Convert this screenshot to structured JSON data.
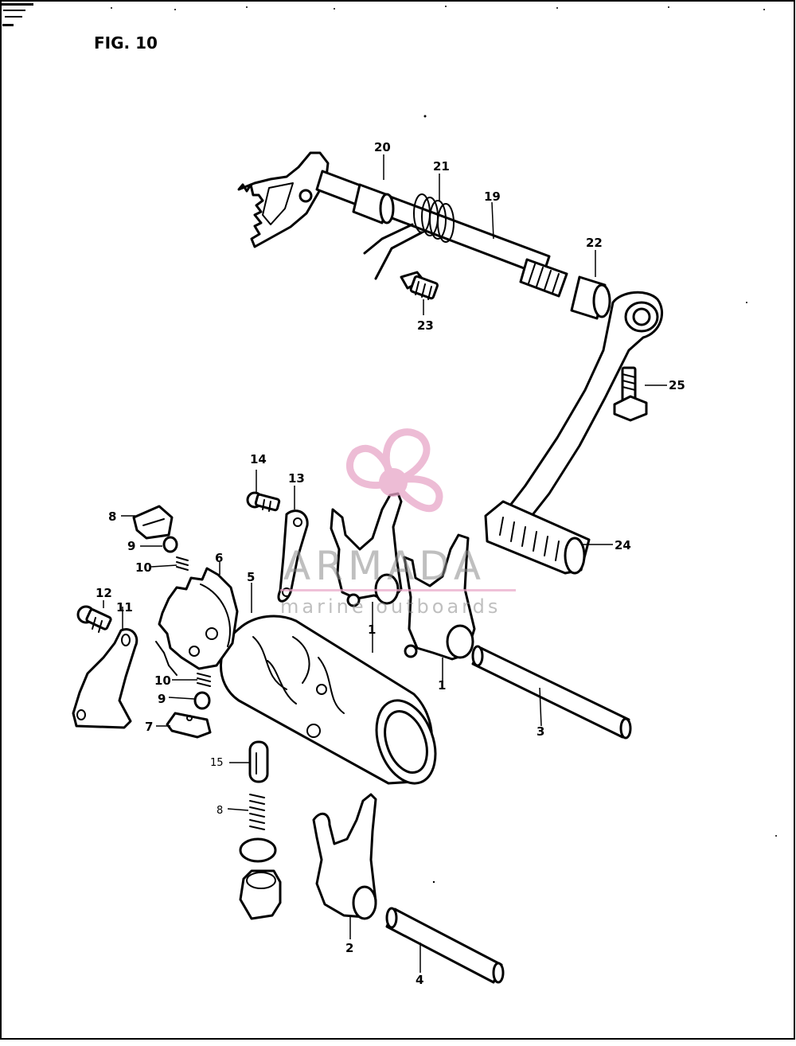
{
  "figure": {
    "title": "FIG. 10"
  },
  "watermark": {
    "brand": "ARMADA",
    "tagline": "marine outboards",
    "color": "#e8a6c8"
  },
  "callouts": {
    "c1a": "1",
    "c1b": "1",
    "c2": "2",
    "c3": "3",
    "c4": "4",
    "c5": "5",
    "c6": "6",
    "c7": "7",
    "c8": "8",
    "c9a": "9",
    "c9b": "9",
    "c10a": "10",
    "c10b": "10",
    "c11": "11",
    "c12": "12",
    "c13": "13",
    "c14": "14",
    "c15": "15",
    "c16": "8",
    "c19": "19",
    "c20": "20",
    "c21": "21",
    "c22": "22",
    "c23": "23",
    "c24": "24",
    "c25": "25"
  }
}
